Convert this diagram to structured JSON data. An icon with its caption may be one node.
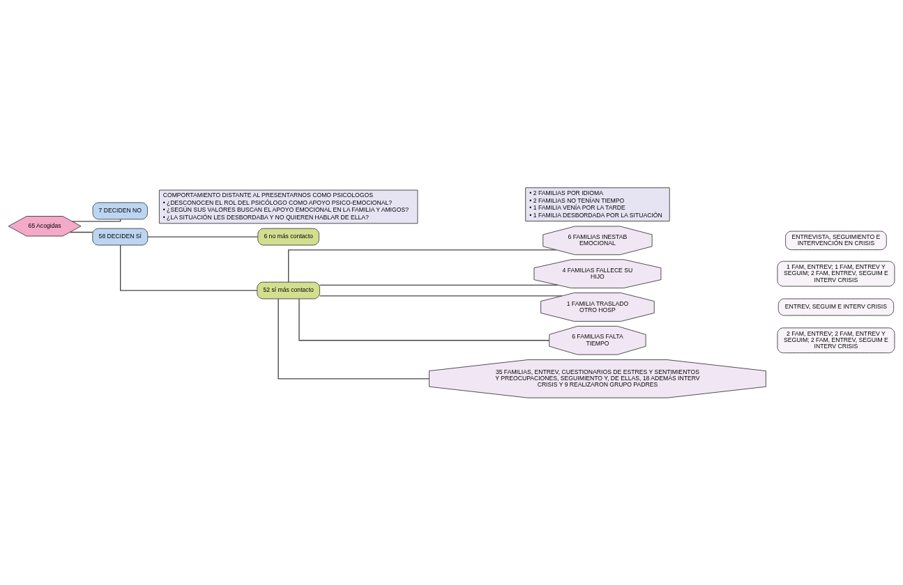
{
  "diagram": {
    "nodes": [
      {
        "text": [
          "65 Acogidas"
        ]
      },
      {
        "text": [
          "7 DECIDEN NO"
        ]
      },
      {
        "text": [
          "COMPORTAMIENTO DISTANTE AL PRESENTARNOS COMO PSICOLOGOS",
          "• ¿DESCONOCEN EL ROL DEL PSICÓLOGO COMO APOYO PSICO-EMOCIONAL?",
          "• ¿SEGÚN SUS VALORES BUSCAN EL APOYO EMOCIONAL EN LA FAMILIA Y AMIGOS?",
          "• ¿LA SITUACIÓN LES DESBORDABA Y NO QUIEREN HABLAR DE ELLA?"
        ]
      },
      {
        "text": [
          "58 DECIDEN SÍ"
        ]
      },
      {
        "text": [
          "6 no más contacto"
        ]
      },
      {
        "text": [
          "• 2 FAMILIAS POR IDIOMA",
          "• 2 FAMILIAS NO TENÍAN TIEMPO",
          "• 1 FAMILIA VENÍA POR LA TARDE",
          "• 1 FAMILIA DESBORDADA POR LA SITUACIÓN"
        ]
      },
      {
        "text": [
          "52 sí más contacto"
        ]
      },
      {
        "text": [
          "6 FAMILIAS INESTAB EMOCIONAL"
        ]
      },
      {
        "text": [
          "ENTREVISTA, SEGUIMIENTO E INTERVENCIÓN EN CRISIS"
        ]
      },
      {
        "text": [
          "4 FAMILIAS FALLECE SU HIJO"
        ]
      },
      {
        "text": [
          "1 FAM, ENTREV; 1 FAM, ENTREV Y SEGUIM; 2 FAM, ENTREV, SEGUIM E INTERV CRISIS"
        ]
      },
      {
        "text": [
          "1 FAMILIA TRASLADO OTRO HOSP"
        ]
      },
      {
        "text": [
          "ENTREV, SEGUIM E INTERV CRISIS"
        ]
      },
      {
        "text": [
          "6 FAMILIAS FALTA TIEMPO"
        ]
      },
      {
        "text": [
          "2 FAM, ENTREV; 2 FAM, ENTREV Y SEGUIM; 2 FAM, ENTREV, SEGUIM E INTERV CRISIS"
        ]
      },
      {
        "text": [
          "35 FAMILIAS, ENTREV, CUESTIONARIOS DE ESTRES Y SENTIMIENTOS Y PREOCUPACIONES, SEGUIMIENTO Y, DE ELLAS, 18 ADEMÁS INTERV CRISIS Y 9 REALIZARON GRUPO PADRES"
        ]
      }
    ],
    "edges": [
      {
        "from": 0,
        "to": 1,
        "arrow": "none"
      },
      {
        "from": 0,
        "to": 3,
        "arrow": "none"
      },
      {
        "from": 3,
        "to": 4,
        "arrow": "none"
      },
      {
        "from": 3,
        "to": 6,
        "arrow": "none"
      },
      {
        "from": 6,
        "to": 7,
        "arrow": "none"
      },
      {
        "from": 6,
        "to": 9,
        "arrow": "none"
      },
      {
        "from": 6,
        "to": 11,
        "arrow": "none"
      },
      {
        "from": 6,
        "to": 13,
        "arrow": "none"
      },
      {
        "from": 6,
        "to": 15,
        "arrow": "none"
      }
    ]
  }
}
